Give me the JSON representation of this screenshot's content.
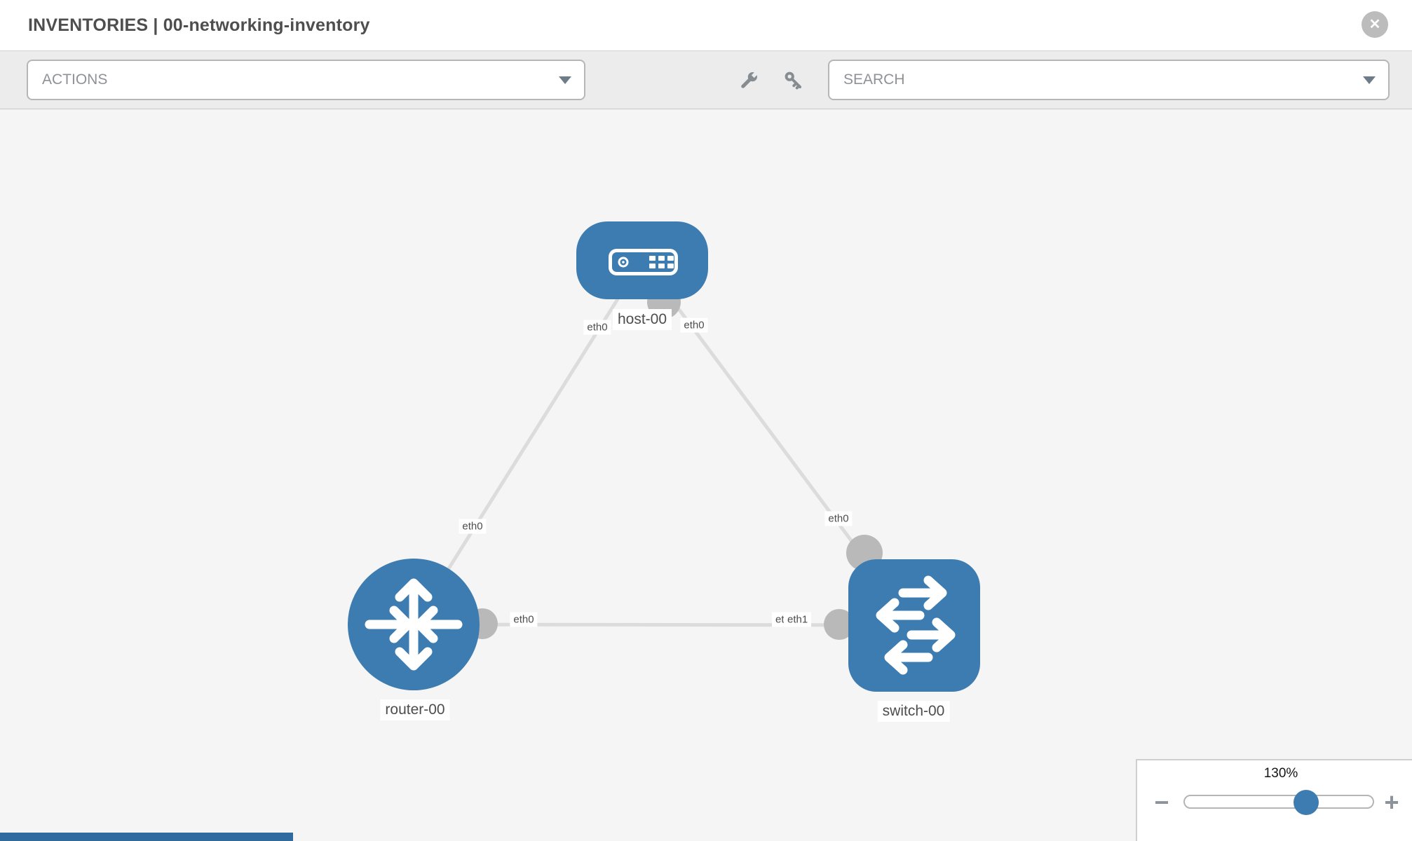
{
  "header": {
    "title": "INVENTORIES | 00-networking-inventory",
    "close_glyph": "✕"
  },
  "toolbar": {
    "actions_label": "ACTIONS",
    "search_label": "SEARCH"
  },
  "topology": {
    "node_labels": {
      "host": "host-00",
      "router": "router-00",
      "switch": "switch-00"
    },
    "interface_labels": {
      "host_to_router_at_host": "eth0",
      "host_to_router_at_router": "eth0",
      "host_to_switch_at_host": "eth0",
      "host_to_switch_at_switch": "eth0",
      "router_to_switch_at_router": "eth0",
      "router_to_switch_at_switch_back": "eth0",
      "router_to_switch_at_switch": "eth1"
    },
    "links": [
      {
        "from": "host-00",
        "from_interface": "eth0",
        "to": "router-00",
        "to_interface": "eth0"
      },
      {
        "from": "host-00",
        "from_interface": "eth0",
        "to": "switch-00",
        "to_interface": "eth0"
      },
      {
        "from": "router-00",
        "from_interface": "eth0",
        "to": "switch-00",
        "to_interface": "eth1"
      }
    ]
  },
  "zoom_control": {
    "level": "130%",
    "minus_glyph": "−",
    "plus_glyph": "+"
  },
  "colors": {
    "node_blue": "#3d7cb1",
    "link_gray": "#dcdcdc",
    "connector_gray": "#b9b9b9",
    "knob_blue": "#3d7cb1",
    "key_bar_blue": "#316a9e"
  }
}
